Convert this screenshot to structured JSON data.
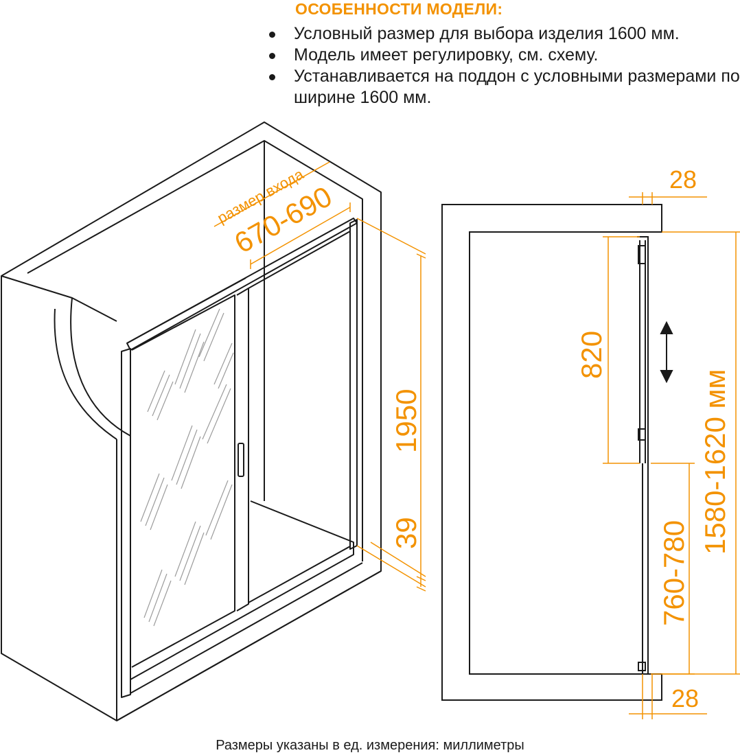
{
  "features": {
    "heading": "ОСОБЕННОСТИ МОДЕЛИ:",
    "items": [
      "Условный размер для выбора изделия 1600 мм.",
      "Модель имеет регулировку, см. схему.",
      "Устанавливается на поддон с условными размерами по ширине 1600 мм."
    ]
  },
  "iso_view": {
    "entry_label": "размер входа",
    "entry_size": "670-690",
    "height": "1950",
    "base": "39"
  },
  "side_view": {
    "top_gap": "28",
    "bottom_gap": "28",
    "adjust_range": "820",
    "lower_panel": "760-780",
    "total": "1580-1620 мм"
  },
  "footnote": "Размеры указаны в ед. измерения: миллиметры",
  "colors": {
    "accent": "#f39200",
    "line": "#1a1a1a"
  }
}
